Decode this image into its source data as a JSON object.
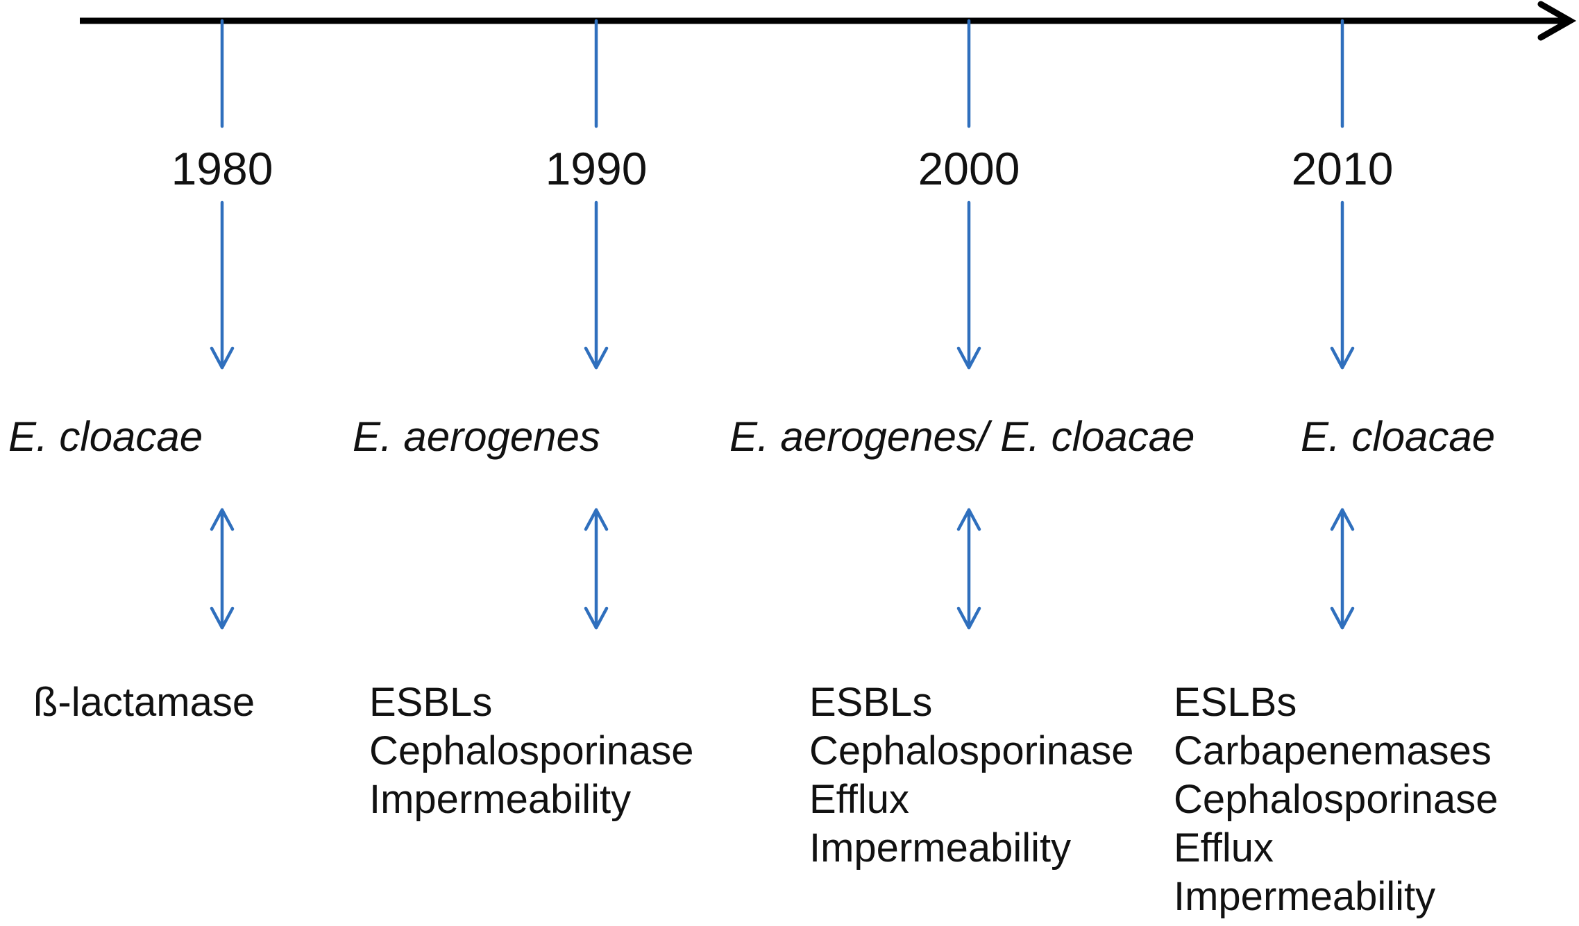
{
  "timeline": {
    "colors": {
      "axis": "#000000",
      "connector": "#2f6fbd",
      "text": "#111111"
    },
    "periods": [
      {
        "year": "1980",
        "organism": "E. cloacae",
        "mechanisms": [
          "ß-lactamase"
        ]
      },
      {
        "year": "1990",
        "organism": "E. aerogenes",
        "mechanisms": [
          "ESBLs",
          "Cephalosporinase",
          "Impermeability"
        ]
      },
      {
        "year": "2000",
        "organism": "E. aerogenes/ E. cloacae",
        "mechanisms": [
          "ESBLs",
          "Cephalosporinase",
          "Efflux",
          "Impermeability"
        ]
      },
      {
        "year": "2010",
        "organism": "E. cloacae",
        "mechanisms": [
          "ESLBs",
          "Carbapenemases",
          "Cephalosporinase",
          "Efflux",
          "Impermeability"
        ]
      }
    ]
  }
}
